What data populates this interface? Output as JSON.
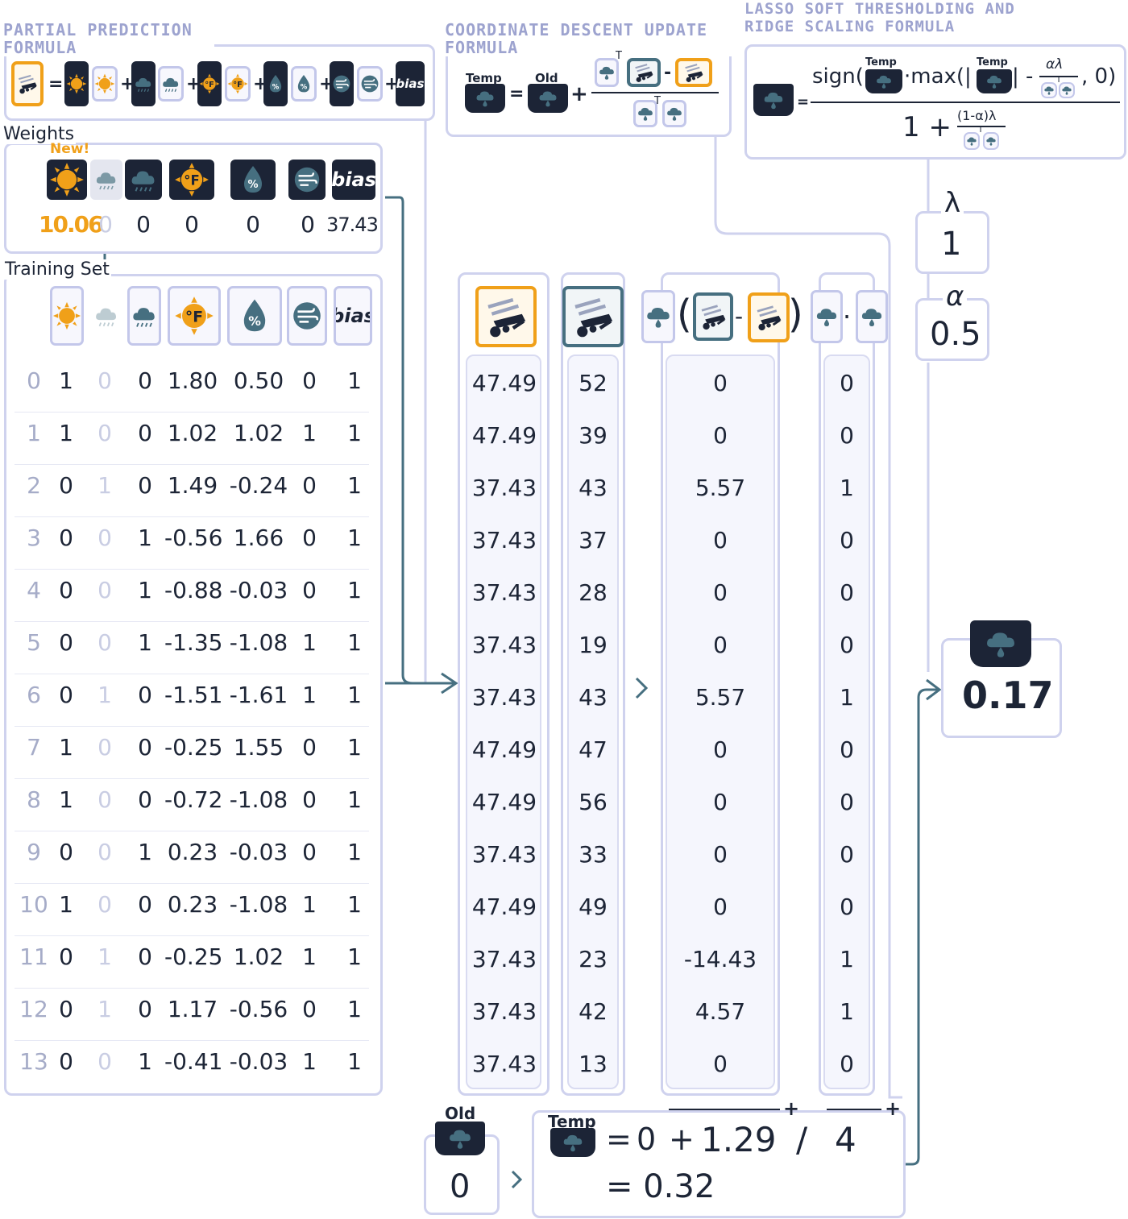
{
  "formulas": {
    "partial_prediction_title": "PARTIAL PREDICTION FORMULA",
    "coordinate_descent_title": "COORDINATE DESCENT UPDATE FORMULA",
    "lasso_title": "LASSO SOFT THRESHOLDING AND RIDGE SCALING FORMULA",
    "bias_word": "bias",
    "temp_label": "Temp",
    "old_label": "Old",
    "transpose_mark": "T",
    "lasso_sign": "sign(",
    "lasso_mid": "·max(|",
    "lasso_bar": "| -",
    "lasso_frac_num": "αλ",
    "lasso_end": ", 0)",
    "ridge_one": "1 +",
    "ridge_frac_num": "(1-α)λ"
  },
  "weights": {
    "label": "Weights",
    "new_badge": "New!",
    "values": [
      "10.06",
      "0",
      "0",
      "0",
      "0",
      "0",
      "37.43"
    ]
  },
  "training_set": {
    "label": "Training Set",
    "bias_header": "bias",
    "rows": [
      [
        "0",
        "1",
        "0",
        "0",
        "1.80",
        "0.50",
        "0",
        "1"
      ],
      [
        "1",
        "1",
        "0",
        "0",
        "1.02",
        "1.02",
        "1",
        "1"
      ],
      [
        "2",
        "0",
        "1",
        "0",
        "1.49",
        "-0.24",
        "0",
        "1"
      ],
      [
        "3",
        "0",
        "0",
        "1",
        "-0.56",
        "1.66",
        "0",
        "1"
      ],
      [
        "4",
        "0",
        "0",
        "1",
        "-0.88",
        "-0.03",
        "0",
        "1"
      ],
      [
        "5",
        "0",
        "0",
        "1",
        "-1.35",
        "-1.08",
        "1",
        "1"
      ],
      [
        "6",
        "0",
        "1",
        "0",
        "-1.51",
        "-1.61",
        "1",
        "1"
      ],
      [
        "7",
        "1",
        "0",
        "0",
        "-0.25",
        "1.55",
        "0",
        "1"
      ],
      [
        "8",
        "1",
        "0",
        "0",
        "-0.72",
        "-1.08",
        "0",
        "1"
      ],
      [
        "9",
        "0",
        "0",
        "1",
        "0.23",
        "-0.03",
        "0",
        "1"
      ],
      [
        "10",
        "1",
        "0",
        "0",
        "0.23",
        "-1.08",
        "1",
        "1"
      ],
      [
        "11",
        "0",
        "1",
        "0",
        "-0.25",
        "1.02",
        "1",
        "1"
      ],
      [
        "12",
        "0",
        "1",
        "0",
        "1.17",
        "-0.56",
        "0",
        "1"
      ],
      [
        "13",
        "0",
        "0",
        "1",
        "-0.41",
        "-0.03",
        "1",
        "1"
      ]
    ]
  },
  "columns": {
    "partial_predictions": [
      "47.49",
      "47.49",
      "37.43",
      "37.43",
      "37.43",
      "37.43",
      "37.43",
      "47.49",
      "47.49",
      "37.43",
      "47.49",
      "37.43",
      "37.43",
      "37.43"
    ],
    "targets": [
      "52",
      "39",
      "43",
      "37",
      "28",
      "19",
      "43",
      "47",
      "56",
      "33",
      "49",
      "23",
      "42",
      "13"
    ],
    "products": [
      "0",
      "0",
      "5.57",
      "0",
      "0",
      "0",
      "5.57",
      "0",
      "0",
      "0",
      "0",
      "-14.43",
      "4.57",
      "0"
    ],
    "squares": [
      "0",
      "0",
      "1",
      "0",
      "0",
      "0",
      "1",
      "0",
      "0",
      "0",
      "0",
      "1",
      "1",
      "0"
    ],
    "minus_sign": "-",
    "dot_sign": "·"
  },
  "params": {
    "lambda_symbol": "λ",
    "lambda_value": "1",
    "alpha_symbol": "α",
    "alpha_value": "0.5"
  },
  "old_weight": {
    "label": "Old",
    "value": "0"
  },
  "computation": {
    "temp_label": "Temp",
    "line1_eq": "=",
    "line1_old": "0",
    "line1_plus": "+",
    "line1_num": "1.29",
    "line1_div": "/",
    "line1_den": "4",
    "sum_mark": "+",
    "line2": "= 0.32"
  },
  "result": {
    "value": "0.17"
  },
  "colors": {
    "frame": "#cfd2ee",
    "dark": "#1c2436",
    "orange": "#f0a019",
    "teal": "#466f80",
    "arrow": "#466f80",
    "title": "#9da3cf"
  }
}
